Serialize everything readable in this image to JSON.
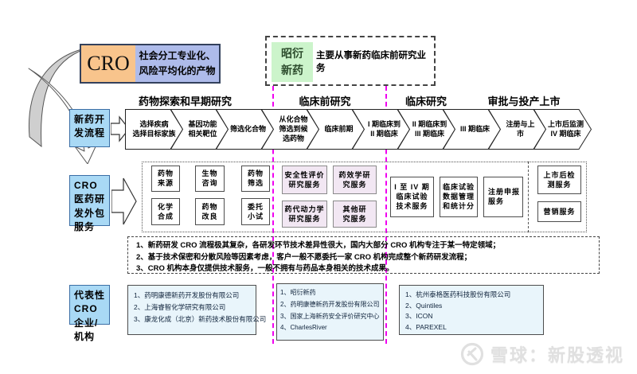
{
  "header": {
    "cro_label": "CRO",
    "cro_desc_line1": "社会分工专业化、",
    "cro_desc_line2": "风险平均化的产物",
    "company_name_line1": "昭衍",
    "company_name_line2": "新药",
    "company_desc": "主要从事新药临床前研究业务"
  },
  "phases": [
    {
      "label": "药物探索和早期研究"
    },
    {
      "label": "临床前研究"
    },
    {
      "label": "临床研究"
    },
    {
      "label": "审批与投产上市"
    }
  ],
  "flow": {
    "label": "新药开发流程",
    "steps": [
      {
        "lines": [
          "选择疾病",
          "选择目标家族"
        ]
      },
      {
        "lines": [
          "基因功能",
          "相关靶位"
        ]
      },
      {
        "lines": [
          "筛选化合物"
        ]
      },
      {
        "lines": [
          "从化合物",
          "筛选到候",
          "选药物"
        ]
      },
      {
        "lines": [
          "临床前期"
        ]
      },
      {
        "lines": [
          "I 期临床到",
          "II 期临床"
        ]
      },
      {
        "lines": [
          "II 期临床到",
          "III 期临床"
        ]
      },
      {
        "lines": [
          "III 期临床"
        ]
      },
      {
        "lines": [
          "注册与上",
          "市"
        ]
      },
      {
        "lines": [
          "上市后监测",
          "IV 期临床"
        ]
      }
    ]
  },
  "services": {
    "label": "CRO医药研发外包服务",
    "group1": [
      {
        "lines": [
          "药物",
          "来源"
        ]
      },
      {
        "lines": [
          "生物",
          "咨询"
        ]
      },
      {
        "lines": [
          "药物",
          "筛选"
        ]
      },
      {
        "lines": [
          "化学",
          "合成"
        ]
      },
      {
        "lines": [
          "药物",
          "改良"
        ]
      },
      {
        "lines": [
          "委托",
          "小试"
        ]
      }
    ],
    "group2": [
      {
        "lines": [
          "安全性评价",
          "研究服务"
        ]
      },
      {
        "lines": [
          "药效学研",
          "究服务"
        ]
      },
      {
        "lines": [
          "药代动力学",
          "研究服务"
        ]
      },
      {
        "lines": [
          "其他研",
          "究服务"
        ]
      }
    ],
    "group3": [
      {
        "lines": [
          "I 至 IV 期",
          "临床试验",
          "技术服务"
        ]
      },
      {
        "lines": [
          "临床试验",
          "数据管理",
          "和统计分"
        ]
      },
      {
        "lines": [
          "注册申报",
          "服务"
        ]
      }
    ],
    "group4": [
      {
        "lines": [
          "上市后检",
          "测服务"
        ]
      },
      {
        "lines": [
          "营销服务"
        ]
      }
    ]
  },
  "notes": {
    "line1": "1、新药研发 CRO 流程极其复杂，各研发环节技术差异性很大，国内大部分 CRO 机构专注于某一特定领域；",
    "line2": "2、基于技术保密和分散风险等因素考虑，客户一般不愿委托一家 CRO 机构完成整个新药研发流程；",
    "line3": "3、CRO 机构本身仅提供技术服务，一般不拥有与药品本身相关的技术成果。"
  },
  "companies": {
    "label": "代表性CRO 企业/机构",
    "group1": [
      "1、药明康德新药开发股份有限公司",
      "2、上海睿智化学研究有限公司",
      "3、康龙化成（北京）新药技术股份有限公司"
    ],
    "group2": [
      "1、昭衍新药",
      "2、药明康德新药开发股份有限公司",
      "3、国家上海新药安全评价研究中心",
      "4、CharlesRiver"
    ],
    "group3": [
      "1、杭州泰格医药科技股份有限公司",
      "2、Quintiles",
      "3、ICON",
      "4、PAREXEL"
    ]
  },
  "watermark": {
    "text": "雪球：新股透视"
  },
  "colors": {
    "cro_orange": "#f8c48c",
    "cro_blue": "#aebbea",
    "label_blue": "#a9d9f5",
    "zhaoyan_green": "#ccf4cb",
    "service_lavender": "#f2e7f3",
    "company_bg": "#e9f5fb",
    "divider_magenta": "#f000f0"
  }
}
